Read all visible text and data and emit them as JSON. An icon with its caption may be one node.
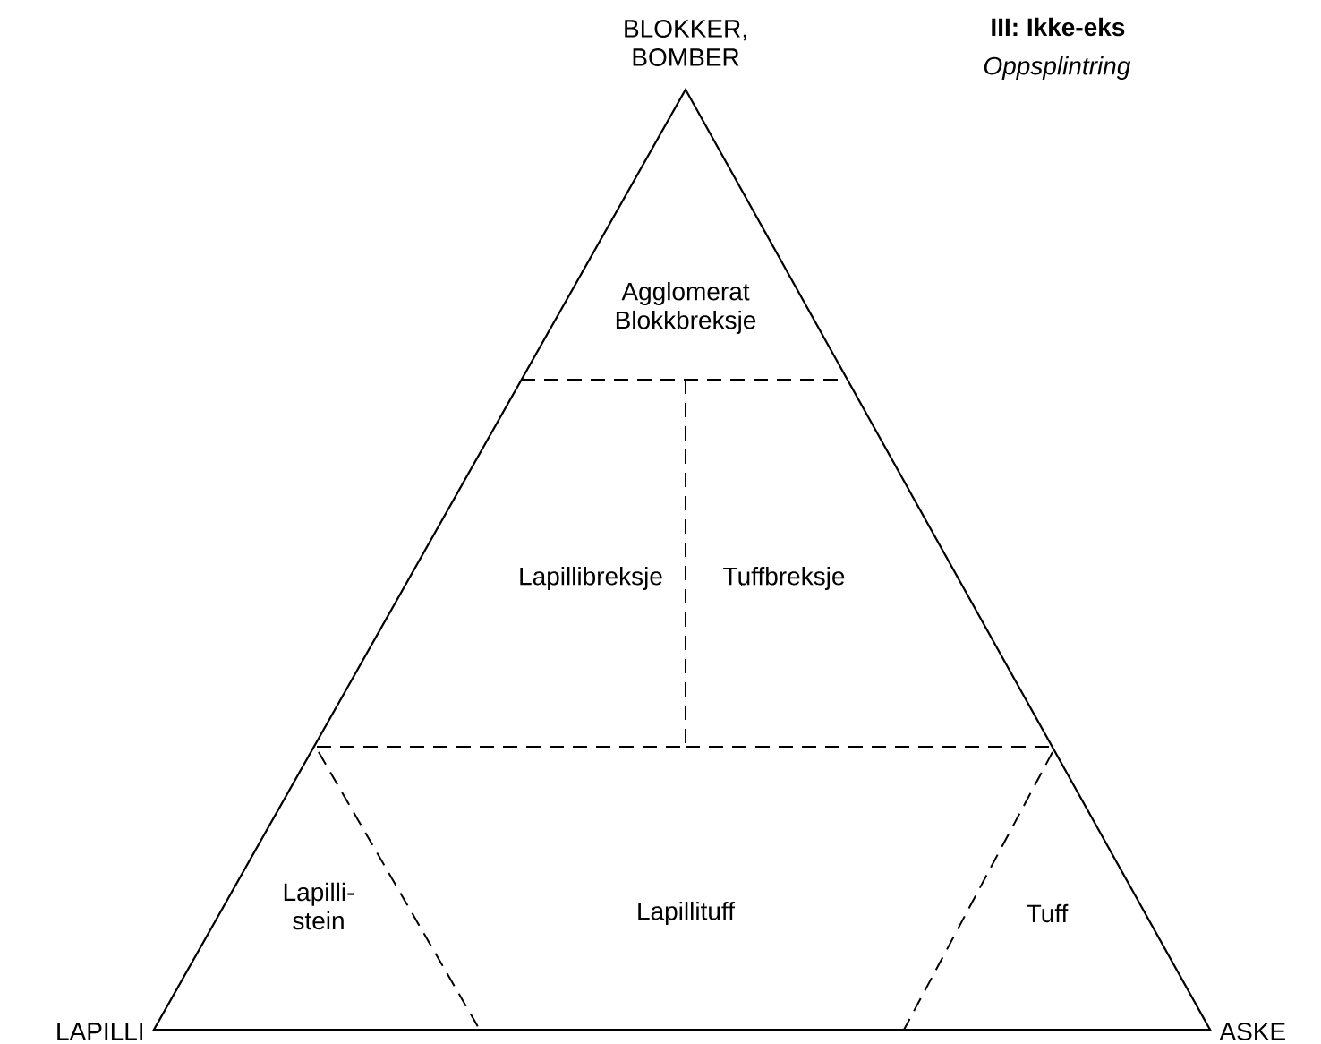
{
  "diagram": {
    "labels": [
      "BLOKKER, BOMBER",
      "III: Ikke-eks",
      "Oppsplintring",
      "Agglomerat Blokkbreksje",
      "Lapillibreksje",
      "Tuffbreksje",
      "Lapilli- stein",
      "Lapillituff",
      "Tuff",
      "LAPILLI",
      "ASKE"
    ]
  }
}
